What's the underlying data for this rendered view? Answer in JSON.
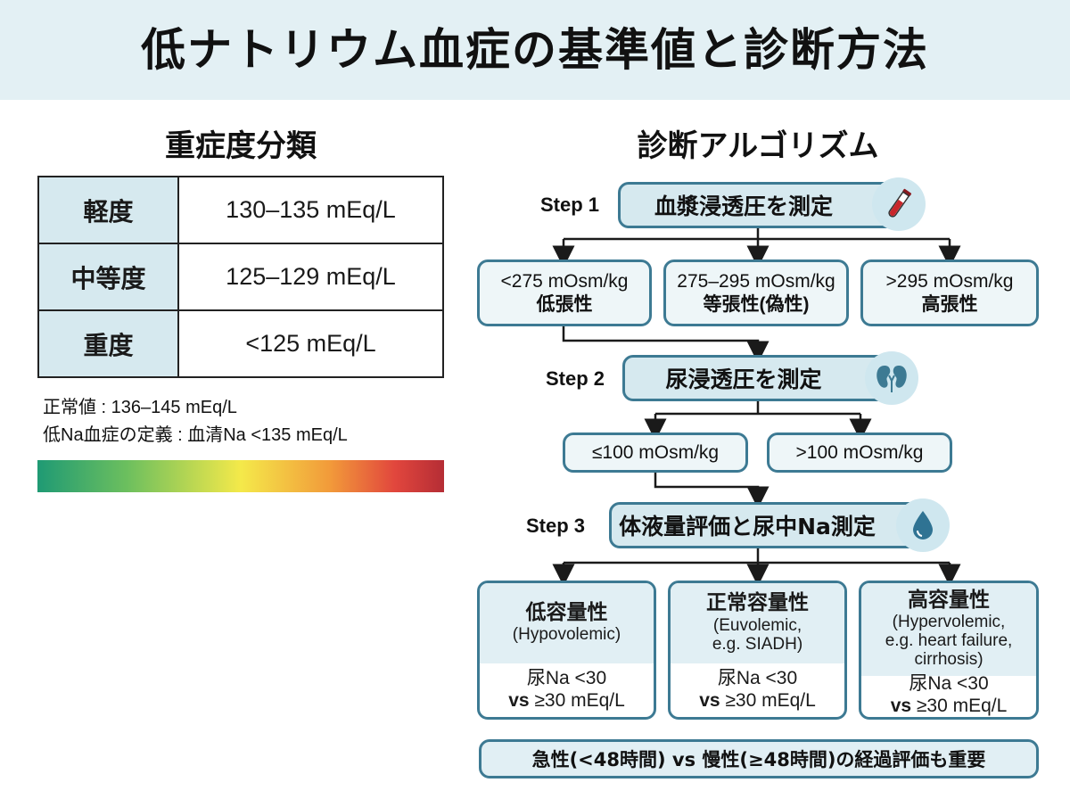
{
  "title": "低ナトリウム血症の基準値と診断方法",
  "severity": {
    "heading": "重症度分類",
    "rows": [
      {
        "name": "軽度",
        "range": "130–135 mEq/L"
      },
      {
        "name": "中等度",
        "range": "125–129 mEq/L"
      },
      {
        "name": "重度",
        "range": "<125 mEq/L"
      }
    ],
    "normal_note": "正常値 : 136–145 mEq/L",
    "definition_note": "低Na血症の定義 : 血清Na <135 mEq/L",
    "gradient_colors": [
      "#1f9a74",
      "#f4e94a",
      "#e1463d",
      "#b52d35"
    ]
  },
  "algorithm": {
    "heading": "診断アルゴリズム",
    "step1": {
      "label": "Step 1",
      "title": "血漿浸透圧を測定",
      "icon": "blood-tube-icon",
      "results": [
        {
          "value": "<275 mOsm/kg",
          "name": "低張性"
        },
        {
          "value": "275–295 mOsm/kg",
          "name": "等張性(偽性)"
        },
        {
          "value": ">295 mOsm/kg",
          "name": "高張性"
        }
      ]
    },
    "step2": {
      "label": "Step 2",
      "title": "尿浸透圧を測定",
      "icon": "kidney-icon",
      "results": [
        {
          "value": "≤100 mOsm/kg"
        },
        {
          "value": ">100 mOsm/kg"
        }
      ]
    },
    "step3": {
      "label": "Step 3",
      "title": "体液量評価と尿中Na測定",
      "icon": "water-drop-icon",
      "results": [
        {
          "name": "低容量性",
          "desc": [
            "(Hypovolemic)"
          ],
          "urine": "尿Na <30",
          "vs": "vs",
          "threshold": "≥30 mEq/L"
        },
        {
          "name": "正常容量性",
          "desc": [
            "(Euvolemic,",
            "e.g. SIADH)"
          ],
          "urine": "尿Na <30",
          "vs": "vs",
          "threshold": "≥30 mEq/L"
        },
        {
          "name": "高容量性",
          "desc": [
            "(Hypervolemic,",
            "e.g. heart failure,",
            "cirrhosis)"
          ],
          "urine": "尿Na <30",
          "vs": "vs",
          "threshold": "≥30 mEq/L"
        }
      ]
    },
    "footer": "急性(<48時間) vs 慢性(≥48時間)の経過評価も重要"
  },
  "colors": {
    "accent": "#3d7a93",
    "box_fill": "#d6e9ef",
    "title_bg": "#e3f0f4"
  }
}
